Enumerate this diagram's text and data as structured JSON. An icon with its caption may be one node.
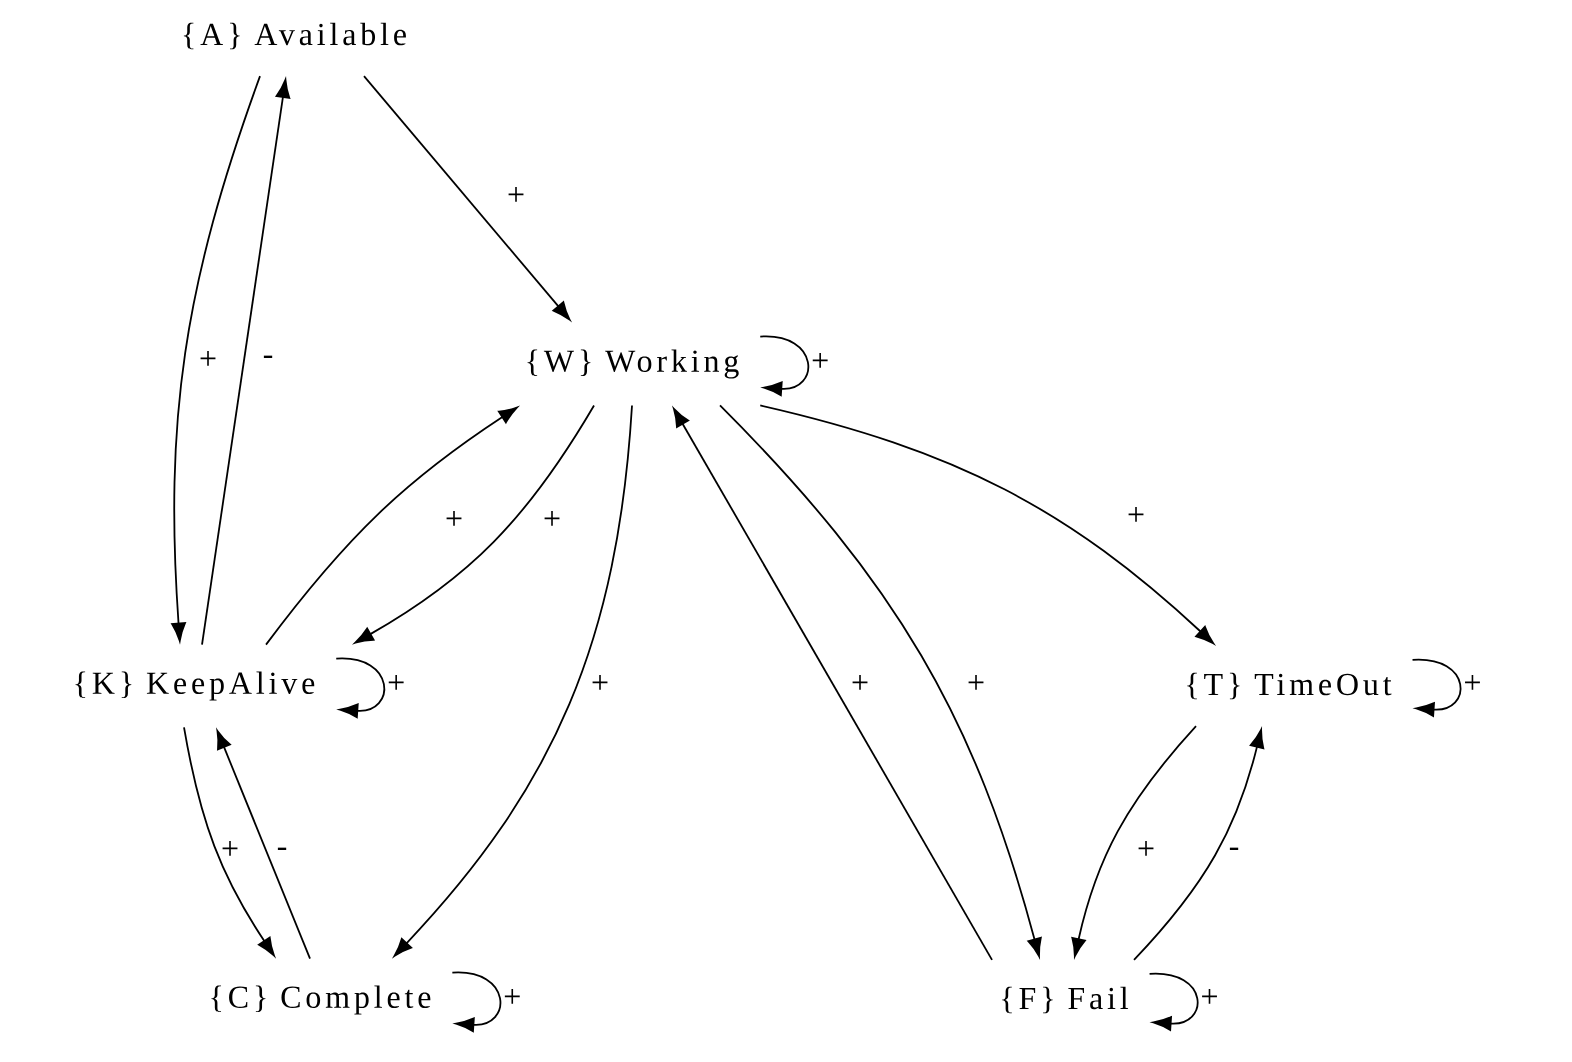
{
  "diagram": {
    "nodes": [
      {
        "text": [
          "{A} Available"
        ]
      },
      {
        "text": [
          "{W} Working"
        ]
      },
      {
        "text": [
          "{K} KeepAlive"
        ]
      },
      {
        "text": [
          "{T} TimeOut"
        ]
      },
      {
        "text": [
          "{C} Complete"
        ]
      },
      {
        "text": [
          "{F} Fail"
        ]
      }
    ],
    "edges": [
      {
        "from": 0,
        "to": 1,
        "arrow": "to",
        "label": "+"
      },
      {
        "from": 0,
        "to": 2,
        "arrow": "to",
        "label": "+"
      },
      {
        "from": 2,
        "to": 0,
        "arrow": "to",
        "label": "-"
      },
      {
        "from": 1,
        "to": 1,
        "arrow": "to",
        "label": "+"
      },
      {
        "from": 2,
        "to": 1,
        "arrow": "to",
        "label": "+"
      },
      {
        "from": 1,
        "to": 2,
        "arrow": "to",
        "label": "+"
      },
      {
        "from": 1,
        "to": 4,
        "arrow": "to",
        "label": "+"
      },
      {
        "from": 1,
        "to": 3,
        "arrow": "to",
        "label": "+"
      },
      {
        "from": 5,
        "to": 1,
        "arrow": "to",
        "label": "+"
      },
      {
        "from": 1,
        "to": 5,
        "arrow": "to",
        "label": "+"
      },
      {
        "from": 2,
        "to": 2,
        "arrow": "to",
        "label": "+"
      },
      {
        "from": 2,
        "to": 4,
        "arrow": "to",
        "label": "+"
      },
      {
        "from": 4,
        "to": 2,
        "arrow": "to",
        "label": "-"
      },
      {
        "from": 4,
        "to": 4,
        "arrow": "to",
        "label": "+"
      },
      {
        "from": 3,
        "to": 3,
        "arrow": "to",
        "label": "+"
      },
      {
        "from": 3,
        "to": 5,
        "arrow": "to",
        "label": "+"
      },
      {
        "from": 5,
        "to": 3,
        "arrow": "to",
        "label": "-"
      },
      {
        "from": 5,
        "to": 5,
        "arrow": "to",
        "label": "+"
      }
    ]
  }
}
